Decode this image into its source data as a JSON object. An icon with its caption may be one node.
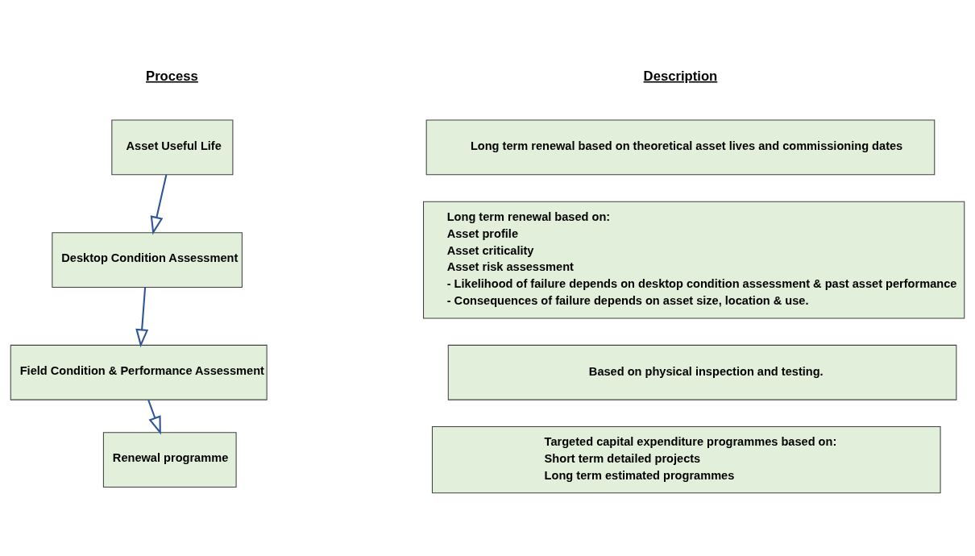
{
  "diagram": {
    "nodes": [
      {
        "text": [
          "Asset Useful Life"
        ]
      },
      {
        "text": [
          "Desktop Condition Assessment"
        ]
      },
      {
        "text": [
          "Field Condition & Performance Assessment"
        ]
      },
      {
        "text": [
          "Renewal programme"
        ]
      },
      {
        "text": [
          "Long term renewal based on theoretical asset lives and commissioning dates"
        ]
      },
      {
        "text": [
          "Long term renewal based on:",
          "Asset profile",
          "Asset criticality",
          "Asset risk assessment",
          "- Likelihood of failure depends on desktop condition assessment & past asset performance",
          "- Consequences of failure depends on asset size, location & use."
        ]
      },
      {
        "text": [
          "Based on physical inspection and testing."
        ]
      },
      {
        "text": [
          "Targeted capital expenditure programmes based on:",
          "Short term detailed projects",
          "Long term estimated programmes"
        ]
      }
    ],
    "edges": [
      {
        "from": 0,
        "to": 1,
        "arrow": "to"
      },
      {
        "from": 1,
        "to": 2,
        "arrow": "to"
      },
      {
        "from": 2,
        "to": 3,
        "arrow": "to"
      }
    ],
    "labels": [
      "Process",
      "Description"
    ]
  }
}
